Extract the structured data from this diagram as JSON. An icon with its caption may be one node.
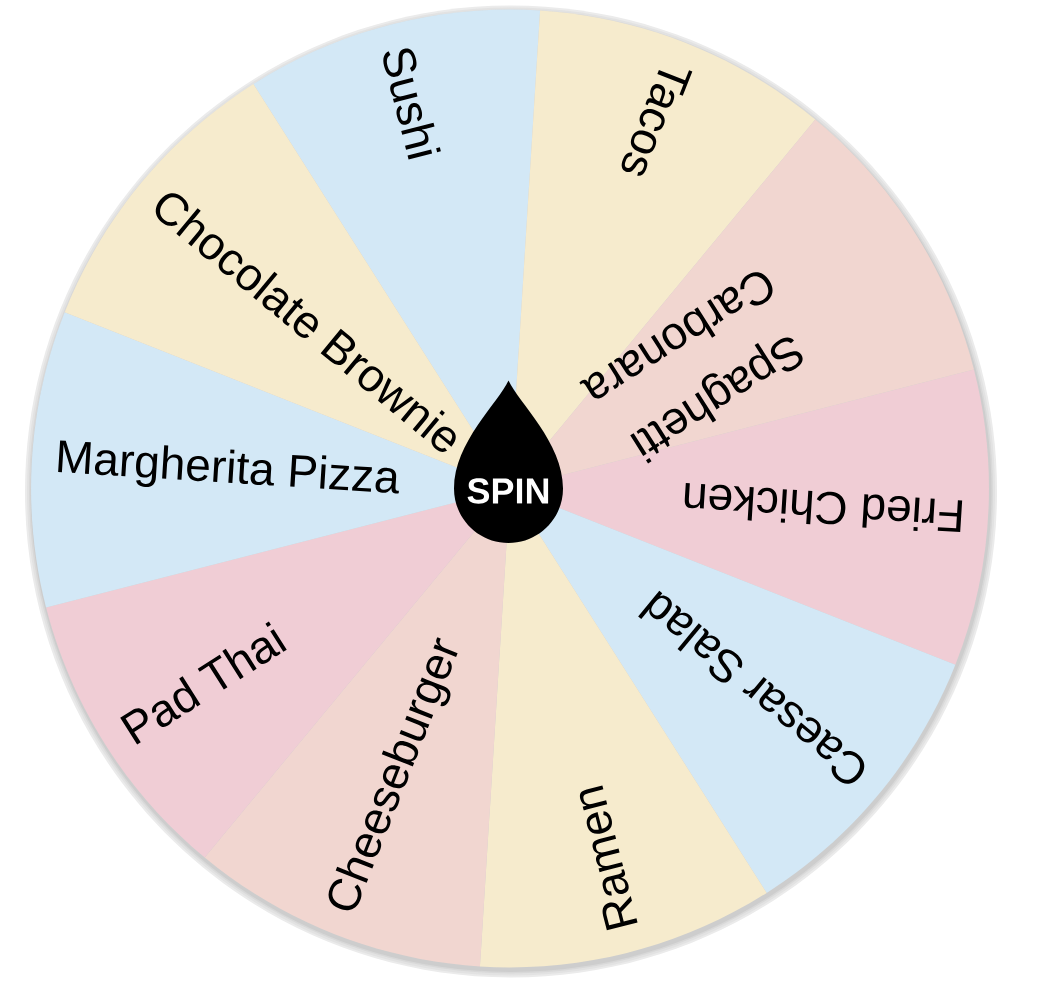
{
  "diagram": {
    "nodes": [
      {
        "text": [
          "Sushi"
        ]
      },
      {
        "text": [
          "Tacos"
        ]
      },
      {
        "text": [
          "Spaghetti Carbonara"
        ]
      },
      {
        "text": [
          "Fried Chicken"
        ]
      },
      {
        "text": [
          "Caesar Salad"
        ]
      },
      {
        "text": [
          "Ramen"
        ]
      },
      {
        "text": [
          "Cheeseburger"
        ]
      },
      {
        "text": [
          "Pad Thai"
        ]
      },
      {
        "text": [
          "Margherita Pizza"
        ]
      },
      {
        "text": [
          "Chocolate Brownie"
        ]
      },
      {
        "text": [
          "SPIN"
        ]
      }
    ]
  }
}
